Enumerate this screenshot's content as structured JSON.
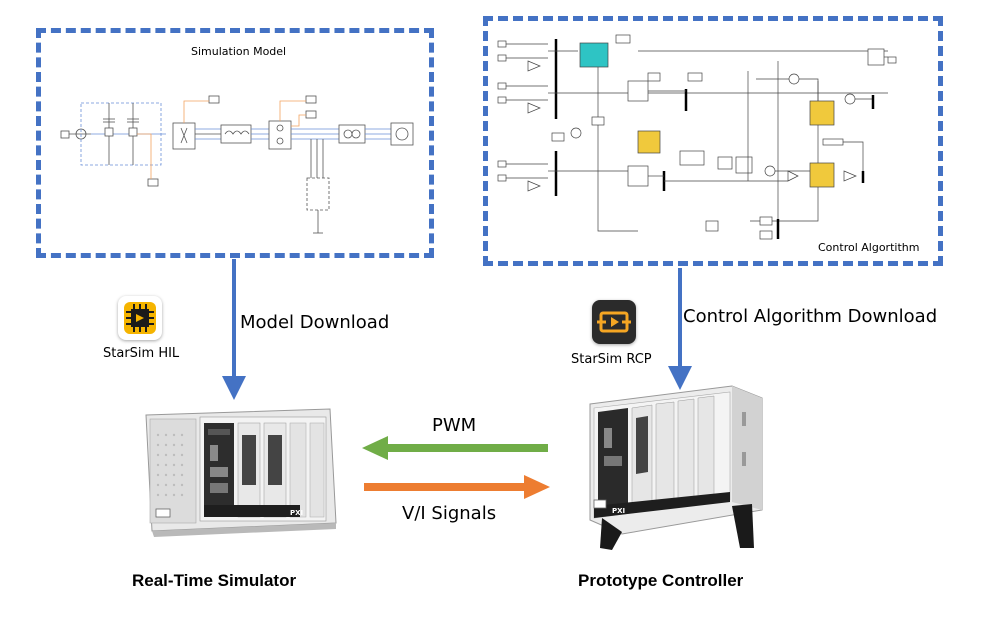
{
  "simulation_panel": {
    "title": "Simulation Model"
  },
  "control_panel": {
    "title": "Control Algortithm"
  },
  "left_flow": {
    "label": "Model Download",
    "logo_label": "StarSim HIL",
    "logo_icon": "chip-icon"
  },
  "right_flow": {
    "label": "Control Algorithm Download",
    "logo_label": "StarSim RCP",
    "logo_icon": "signal-flow-icon"
  },
  "signals": {
    "pwm": {
      "label": "PWM",
      "color": "#70ad47"
    },
    "vi": {
      "label": "V/I Signals",
      "color": "#ed7d31"
    }
  },
  "devices": {
    "simulator": {
      "caption": "Real-Time Simulator",
      "badge": "PXI"
    },
    "controller": {
      "caption": "Prototype Controller",
      "badge": "PXI"
    }
  },
  "colors": {
    "accent_blue": "#4472c4"
  }
}
